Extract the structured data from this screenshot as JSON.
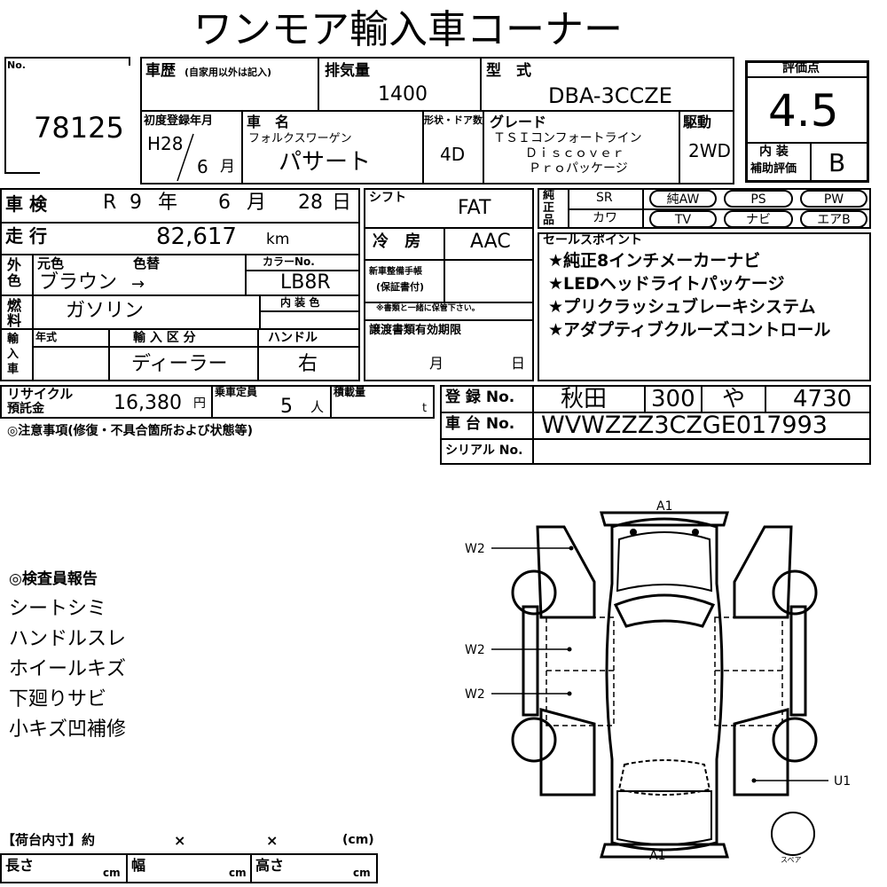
{
  "title": "ワンモア輸入車コーナー",
  "no_label": "No.",
  "lot_number": "78125",
  "history_label": "車歴",
  "history_note": "(自家用以外は記入)",
  "displacement_label": "排気量",
  "displacement": "1400",
  "model_label": "型　式",
  "model_code": "DBA-3CCZE",
  "score_label": "評価点",
  "score": "4.5",
  "interior_label_1": "内 装",
  "interior_label_2": "補助評価",
  "interior_grade": "B",
  "first_reg_label": "初度登録年月",
  "first_reg_era": "H28",
  "first_reg_month": "6",
  "first_reg_month_unit": "月",
  "car_name_label": "車　名",
  "maker": "フォルクスワーゲン",
  "car_name": "パサート",
  "doors_label": "形状・ドア数",
  "doors": "4D",
  "grade_label": "グレード",
  "grade_line1": "ＴＳＩコンフォートライン",
  "grade_line2": "Ｄｉｓｃｏｖｅｒ",
  "grade_line3": "Ｐｒｏパッケージ",
  "drive_label": "駆動",
  "drive": "2WD",
  "inspection_label": "車 検",
  "inspection_era": "R",
  "inspection_year": "9",
  "inspection_year_unit": "年",
  "inspection_month": "6",
  "inspection_month_unit": "月",
  "inspection_day": "28",
  "inspection_day_unit": "日",
  "shift_label": "シフト",
  "shift": "FAT",
  "genuine_label": "純正品",
  "equip_sr": "SR",
  "equip_aw": "純AW",
  "equip_ps": "PS",
  "equip_pw": "PW",
  "equip_leather": "カワ",
  "equip_tv": "TV",
  "equip_navi": "ナビ",
  "equip_ab": "エアB",
  "mileage_label": "走 行",
  "mileage": "82,617",
  "mileage_unit": "km",
  "ac_label": "冷 房",
  "ac": "AAC",
  "sales_label": "セールスポイント",
  "sales_points": [
    "★純正8インチメーカーナビ",
    "★LEDヘッドライトパッケージ",
    "★プリクラッシュブレーキシステム",
    "★アダプティブクルーズコントロール"
  ],
  "exterior_label": "外色",
  "orig_color_label": "元色",
  "repaint_label": "色替",
  "orig_color": "ブラウン",
  "repaint_arrow": "→",
  "color_no_label": "カラーNo.",
  "color_no": "LB8R",
  "maintenance_label_1": "新車整備手帳",
  "maintenance_label_2": "(保証書付)",
  "maintenance_note": "※書類と一緒に保管下さい。",
  "fuel_label": "燃料",
  "fuel": "ガソリン",
  "interior_color_label": "内 装 色",
  "import_label": "輸入車",
  "year_type_label": "年式",
  "import_class_label": "輸 入 区 分",
  "import_class": "ディーラー",
  "handle_label": "ハンドル",
  "handle": "右",
  "transfer_label": "譲渡書類有効期限",
  "transfer_month_unit": "月",
  "transfer_day_unit": "日",
  "recycle_label_1": "リサイクル",
  "recycle_label_2": "預託金",
  "recycle_fee": "16,380",
  "recycle_unit": "円",
  "capacity_label": "乗車定員",
  "capacity": "5",
  "capacity_unit": "人",
  "load_label": "積載量",
  "load_unit": "t",
  "reg_label": "登 録 No.",
  "reg_area": "秋田",
  "reg_class": "300",
  "reg_kana": "や",
  "reg_number": "4730",
  "chassis_label": "車 台 No.",
  "chassis": "WVWZZZ3CZGE017993",
  "serial_label": "シリアル No.",
  "notes_label": "◎注意事項(修復・不具合箇所および状態等)",
  "inspector_label": "◎検査員報告",
  "inspector_notes": [
    "シートシミ",
    "ハンドルスレ",
    "ホイールキズ",
    "下廻りサビ",
    "小キズ凹補修"
  ],
  "cargo_label": "【荷台内寸】約",
  "cargo_x1": "×",
  "cargo_x2": "×",
  "cargo_unit_cm": "(cm)",
  "cargo_length_label": "長さ",
  "cargo_width_label": "幅",
  "cargo_height_label": "高さ",
  "cm": "cm",
  "diagram": {
    "top_code": "A1",
    "bottom_code": "A1",
    "left_codes": [
      "W2",
      "W2",
      "W2"
    ],
    "right_code": "U1",
    "spare_label": "スペア"
  }
}
